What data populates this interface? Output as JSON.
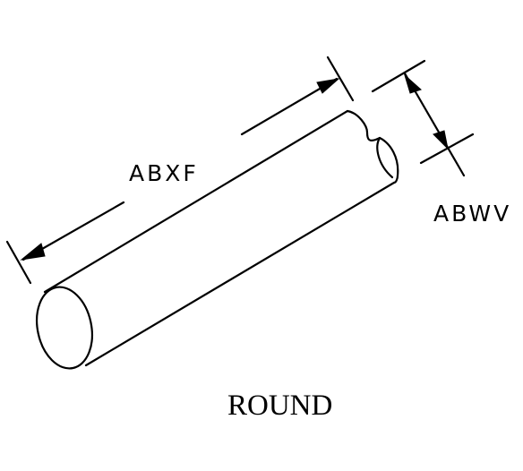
{
  "diagram": {
    "shape": "round bar",
    "length_label": "ABXF",
    "diameter_label": "ABWV",
    "caption": "ROUND",
    "ink_color": "#000000",
    "background_color": "#ffffff"
  }
}
